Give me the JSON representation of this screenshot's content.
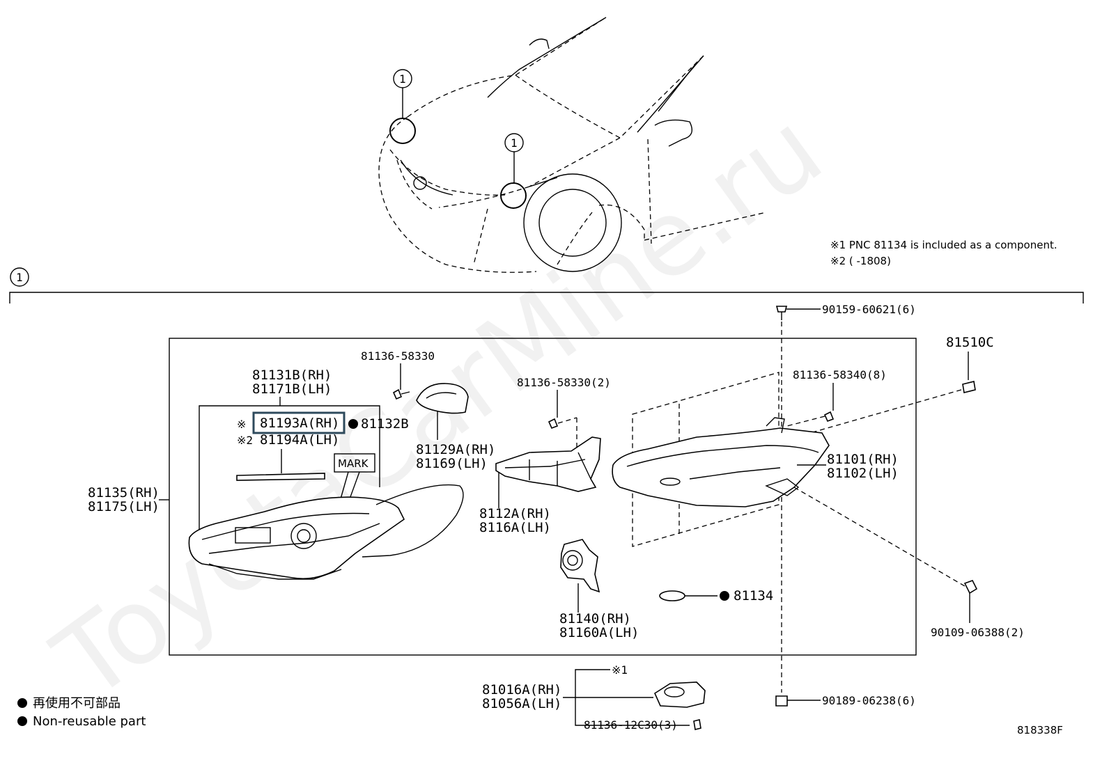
{
  "watermark": "ToyotaCarMine.ru",
  "callout_number": "1",
  "notes": {
    "note1": "※1 PNC 81134 is included as a component.",
    "note2": "※2 (      -1808)"
  },
  "marks": {
    "note1_mark": "※1",
    "note2_mark": "※2",
    "note_mark": "※"
  },
  "labels": {
    "bolt_top": "90159-60621(6)",
    "cap": "81510C",
    "screw_a": "81136-58330",
    "lens_rh": "81131B(RH)",
    "lens_lh": "81171B(LH)",
    "gasket_rh": "81193A(RH)",
    "gasket_lh": "81194A(LH)",
    "nonreuse_1": "81132B",
    "mark": "MARK",
    "bezel_rh": "81129A(RH)",
    "bezel_lh": "81169(LH)",
    "screw_b": "81136-58330(2)",
    "bracket_rh": "8112A(RH)",
    "bracket_lh": "8116A(LH)",
    "screw_c": "81136-58340(8)",
    "housing_rh": "81101(RH)",
    "housing_lh": "81102(LH)",
    "assy_rh": "81135(RH)",
    "assy_lh": "81175(LH)",
    "oring": "81134",
    "socket_rh": "81140(RH)",
    "socket_lh": "81160A(LH)",
    "bolt_right": "90109-06388(2)",
    "ecu_rh": "81016A(RH)",
    "ecu_lh": "81056A(LH)",
    "screw_d": "81136-12C30(3)",
    "bolt_bottom": "90189-06238(6)"
  },
  "legend": {
    "jp": "再使用不可部品",
    "en": "Non-reusable part"
  },
  "figure_id": "818338F"
}
